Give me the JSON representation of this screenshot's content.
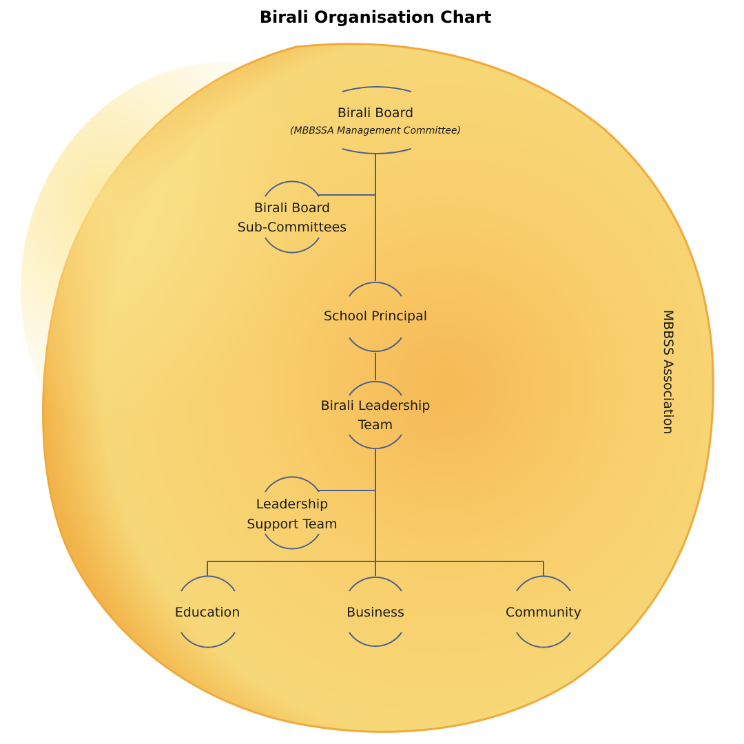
{
  "title": "Birali Organisation Chart",
  "side_label": "MBBSS Association",
  "colors": {
    "line": "#4d5f8c",
    "bg_light": "#f7d77a",
    "bg_dark": "#f2a93a"
  },
  "nodes": {
    "board": {
      "line1": "Birali Board",
      "subtitle": "(MBBSSA Management Committee)"
    },
    "subcommittees": {
      "line1": "Birali Board",
      "line2": "Sub-Committees"
    },
    "principal": {
      "line1": "School Principal"
    },
    "leadership": {
      "line1": "Birali Leadership",
      "line2": "Team"
    },
    "support": {
      "line1": "Leadership",
      "line2": "Support Team"
    },
    "education": {
      "line1": "Education"
    },
    "business": {
      "line1": "Business"
    },
    "community": {
      "line1": "Community"
    }
  }
}
